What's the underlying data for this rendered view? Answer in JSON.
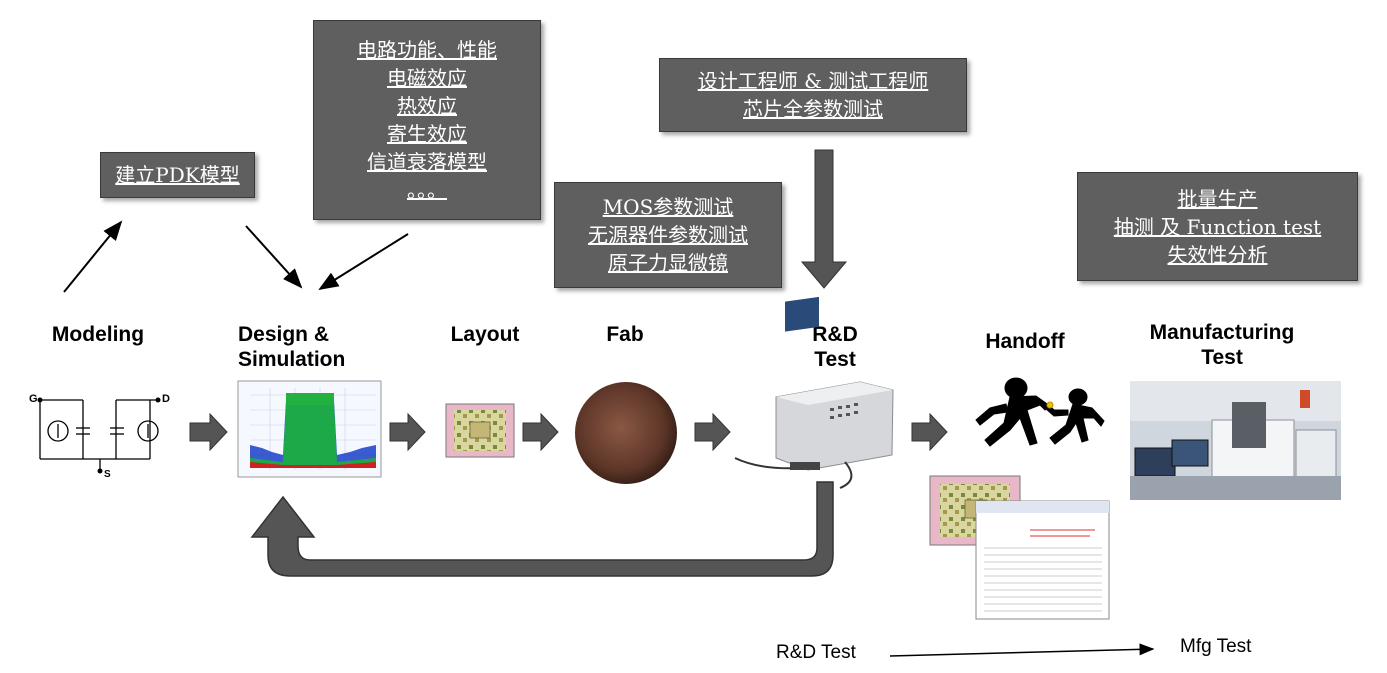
{
  "boxes": {
    "pdk": [
      "建立PDK模型"
    ],
    "design": [
      "电路功能、性能",
      "电磁效应",
      "热效应",
      "寄生效应",
      "信道衰落模型",
      "。。。"
    ],
    "mos": [
      "MOS参数测试",
      "无源器件参数测试",
      "原子力显微镜"
    ],
    "engineers": [
      "设计工程师 & 测试工程师",
      "芯片全参数测试"
    ],
    "mfg": [
      "批量生产",
      "抽测 及 Function test",
      "失效性分析"
    ]
  },
  "stages": {
    "modeling": "Modeling",
    "design": "Design &\nSimulation",
    "layout": "Layout",
    "fab": "Fab",
    "rd": "R&D\nTest",
    "handoff": "Handoff",
    "manufacturing": "Manufacturing\nTest"
  },
  "circuit": {
    "g": "G",
    "d": "D",
    "s": "S"
  },
  "bottom": {
    "left": "R&D Test",
    "right": "Mfg Test"
  },
  "colors": {
    "box": "#5f5f5f",
    "arrow": "#555555"
  }
}
